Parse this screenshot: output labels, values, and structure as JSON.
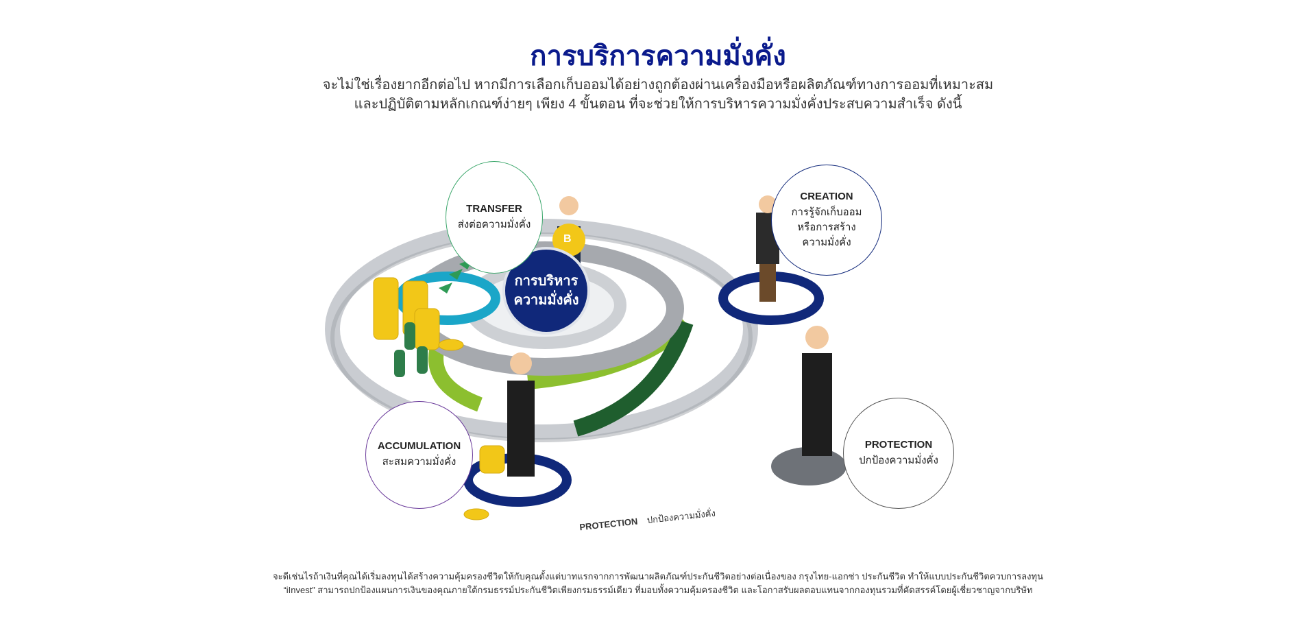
{
  "title": "การบริการความมั่งคั่ง",
  "intro": [
    "จะไม่ใช่เรื่องยากอีกต่อไป หากมีการเลือกเก็บออมได้อย่างถูกต้องผ่านเครื่องมือหรือผลิตภัณฑ์ทางการออมที่เหมาะสม",
    "และปฏิบัติตามหลักเกณฑ์ง่ายๆ เพียง 4 ขั้นตอน ที่จะช่วยให้การบริหารความมั่งคั่งประสบความสำเร็จ ดังนี้"
  ],
  "diagram": {
    "center": [
      "การบริหาร",
      "ความมั่งคั่ง"
    ],
    "steps": {
      "transfer": {
        "en": "TRANSFER",
        "th": [
          "ส่งต่อความมั่งคั่ง"
        ]
      },
      "creation": {
        "en": "CREATION",
        "th": [
          "การรู้จักเก็บออม",
          "หรือการสร้าง",
          "ความมั่งคั่ง"
        ]
      },
      "accumulation": {
        "en": "ACCUMULATION",
        "th": [
          "สะสมความมั่งคั่ง"
        ]
      },
      "protection": {
        "en": "PROTECTION",
        "th": [
          "ปกป้องความมั่งคั่ง"
        ]
      }
    },
    "ring_label": {
      "en": "PROTECTION",
      "th": "ปกป้องความมั่งคั่ง"
    },
    "coin_letter": "B",
    "colors": {
      "navy": "#10287a",
      "cyan": "#1aa6c8",
      "green": "#8cbf2f",
      "darkgreen": "#1f5e2e",
      "gray": "#b9bcc1",
      "gold": "#f2c718"
    }
  },
  "footer": [
    "จะดีเช่นไรถ้าเงินที่คุณได้เริ่มลงทุนได้สร้างความคุ้มครองชีวิตให้กับคุณตั้งแต่บาทแรกจากการพัฒนาผลิตภัณฑ์ประกันชีวิตอย่างต่อเนื่องของ กรุงไทย-แอกซ่า ประกันชีวิต ทำให้แบบประกันชีวิตควบการลงทุน",
    "“iInvest” สามารถปกป้องแผนการเงินของคุณภายใต้กรมธรรม์ประกันชีวิตเพียงกรมธรรม์เดียว ที่มอบทั้งความคุ้มครองชีวิต และโอกาสรับผลตอบแทนจากกองทุนรวมที่คัดสรรค์โดยผู้เชี่ยวชาญจากบริษัท"
  ]
}
